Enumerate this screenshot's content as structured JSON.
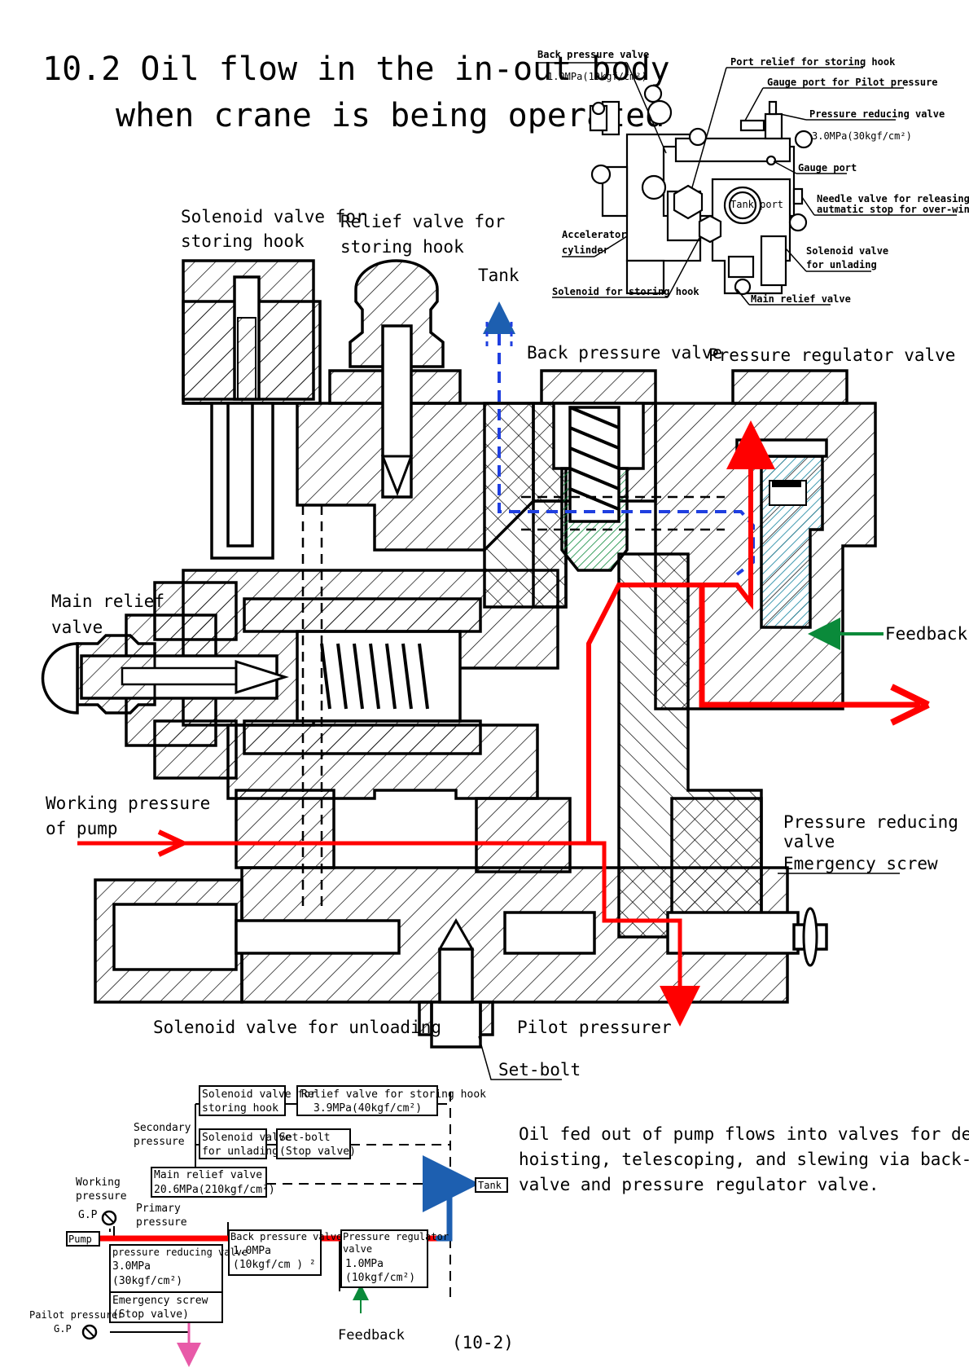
{
  "title": {
    "line1": "10.2 Oil flow in the in-out body",
    "line2": "when crane is being operated"
  },
  "colors": {
    "pressure_flow": "#ff0000",
    "tank_flow": "#1f3fe0",
    "feedback": "#0a8a3a",
    "back_pressure_spool": "#0a8a3a",
    "regulator_spool": "#2a8fa8",
    "tank_schematic": "#1d5fb0",
    "pilot_out": "#e85aa8"
  },
  "external_view": {
    "labels": {
      "back_pressure_valve": "Back pressure valve",
      "back_pressure_value": "1.0MPa(10kgf/cm²)",
      "port_relief": "Port relief for storing hook",
      "gauge_port_pilot": "Gauge port for Pilot pressure",
      "pressure_reducing_valve": "Pressure reducing valve",
      "pressure_reducing_value": "3.0MPa(30kgf/cm²)",
      "gauge_port": "Gauge port",
      "tank_port": "Tank port",
      "needle_valve_line1": "Needle valve for releasing",
      "needle_valve_line2": "autmatic stop for over-winding",
      "accelerator_line1": "Accelerator",
      "accelerator_line2": "cylinder",
      "solenoid_unlading_line1": "Solenoid valve",
      "solenoid_unlading_line2": "for unlading",
      "solenoid_storing_hook": "Solenoid for storing hook",
      "main_relief_valve": "Main relief valve"
    }
  },
  "section_view": {
    "labels": {
      "solenoid_storing_line1": "Solenoid valve for",
      "solenoid_storing_line2": "storing hook",
      "relief_storing_line1": "Relief valve for",
      "relief_storing_line2": "storing hook",
      "tank": "Tank",
      "back_pressure_valve": "Back pressure valve",
      "pressure_regulator_valve": "Pressure regulator valve",
      "main_relief_line1": "Main relief",
      "main_relief_line2": "valve",
      "feedback": "Feedback",
      "working_pressure_line1": "Working pressure",
      "working_pressure_line2": "of pump",
      "pressure_reducing_line1": "Pressure reducing",
      "pressure_reducing_line2": "valve",
      "emergency_screw": "Emergency screw",
      "solenoid_unloading": "Solenoid valve for unloading",
      "pilot_pressurer": "Pilot pressurer",
      "set_bolt": "Set-bolt"
    }
  },
  "schematic": {
    "secondary_pressure_line1": "Secondary",
    "secondary_pressure_line2": "pressure",
    "working_pressure_line1": "Working",
    "working_pressure_line2": "pressure",
    "gp1": "G.P",
    "primary_pressure_line1": "Primary",
    "primary_pressure_line2": "pressure",
    "pump": "Pump",
    "tank": "Tank",
    "pilot_pressurer": "Pailot pressurer",
    "gp2": "G.P",
    "feedback": "Feedback",
    "boxes": {
      "solenoid_storing": [
        "Solenoid valve for",
        "storing hook"
      ],
      "relief_storing": [
        "Relief valve for storing hook",
        "3.9MPa(40kgf/cm²)"
      ],
      "solenoid_unlading": [
        "Solenoid valve",
        "for unlading"
      ],
      "set_bolt": [
        "Set-bolt",
        "(Stop valve)"
      ],
      "main_relief": [
        "Main relief valve",
        "20.6MPa(210kgf/cm²)"
      ],
      "back_pressure": [
        "Back pressure valve",
        "1.0MPa",
        "(10kgf/cm ) ²"
      ],
      "pressure_regulator": [
        "Pressure regulator",
        "valve",
        "1.0MPa",
        "(10kgf/cm²)"
      ],
      "pressure_reducing": [
        "pressure reducing valve",
        "3.0MPa",
        "(30kgf/cm²)"
      ],
      "emergency_screw": [
        "Emergency screw",
        "(Stop valve)"
      ]
    }
  },
  "description": {
    "line1": "Oil fed out of pump flows into valves for derrick,",
    "line2": "hoisting, telescoping, and slewing via back-pressure",
    "line3": "valve and pressure regulator valve."
  },
  "page_number": "(10-2)"
}
